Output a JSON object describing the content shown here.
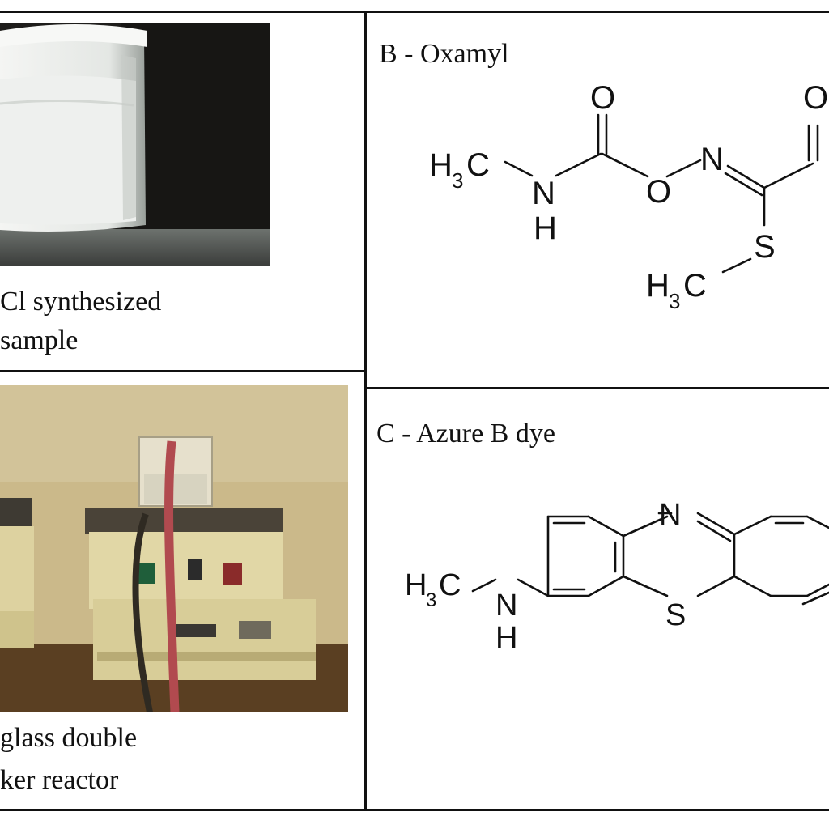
{
  "panels": {
    "a": {
      "caption_line1": "Cl synthesized",
      "caption_line2": "sample"
    },
    "b": {
      "title": "B - Oxamyl",
      "atoms": {
        "h3c": "H",
        "h3c_sub": "3",
        "h3c_c": "C",
        "n_amide": "N",
        "h_amide": "H",
        "o_carbonyl": "O",
        "o_ester": "O",
        "n_oxime": "N",
        "o_right": "O",
        "s": "S",
        "h3c_s": "H",
        "h3c_s_sub": "3",
        "h3c_s_c": "C"
      }
    },
    "c": {
      "caption_line1": "glass double",
      "caption_line2": "ker reactor"
    },
    "d": {
      "title": "C - Azure B dye",
      "atoms": {
        "h3c": "H",
        "h3c_sub": "3",
        "h3c_c": "C",
        "n_amine": "N",
        "h_amine": "H",
        "n_ring": "N",
        "s_ring": "S"
      }
    }
  },
  "colors": {
    "line": "#111111",
    "powder": "#e9ecea",
    "photo_bg_dark": "#1e1d1b",
    "reactor_wall": "#cbb98a",
    "reactor_body": "#e1d7a6"
  }
}
